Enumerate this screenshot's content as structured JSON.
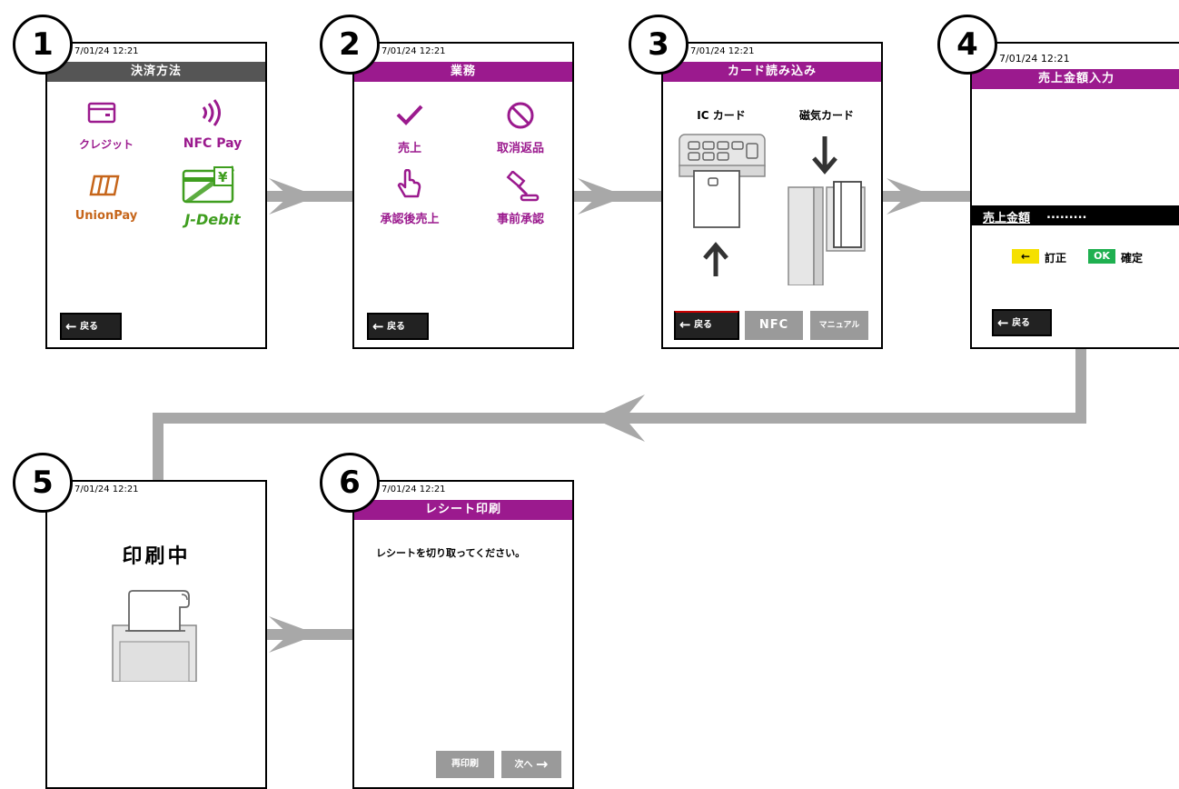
{
  "timestamp": "7/01/24 12:21",
  "steps": [
    {
      "number": "1"
    },
    {
      "number": "2"
    },
    {
      "number": "3"
    },
    {
      "number": "4"
    },
    {
      "number": "5"
    },
    {
      "number": "6"
    }
  ],
  "screen1": {
    "title": "決済方法",
    "items": [
      "クレジット",
      "NFC Pay",
      "UnionPay",
      "J-Debit"
    ],
    "yen": "¥",
    "back": "戻る"
  },
  "screen2": {
    "title": "業務",
    "items": [
      "売上",
      "取消返品",
      "承認後売上",
      "事前承認"
    ],
    "back": "戻る"
  },
  "screen3": {
    "title": "カード読み込み",
    "ic_label": "IC カード",
    "mag_label": "磁気カード",
    "back": "戻る",
    "nfc": "NFC",
    "manual": "マニュアル"
  },
  "screen4": {
    "title": "売上金額入力",
    "amount_label": "売上金額",
    "correct_key": "←",
    "correct_label": "訂正",
    "ok_key": "OK",
    "ok_label": "確定",
    "back": "戻る"
  },
  "screen5": {
    "message": "印刷中"
  },
  "screen6": {
    "title": "レシート印刷",
    "message": "レシートを切り取ってください。",
    "reprint": "再印刷",
    "next": "次へ"
  },
  "colors": {
    "purple": "#9b1a8e",
    "orange": "#c6651a",
    "green": "#3f9e1f",
    "gray_header": "#555555",
    "arrow_gray": "#a8a8a8",
    "key_yellow": "#f5e000",
    "key_green": "#1fb050"
  }
}
